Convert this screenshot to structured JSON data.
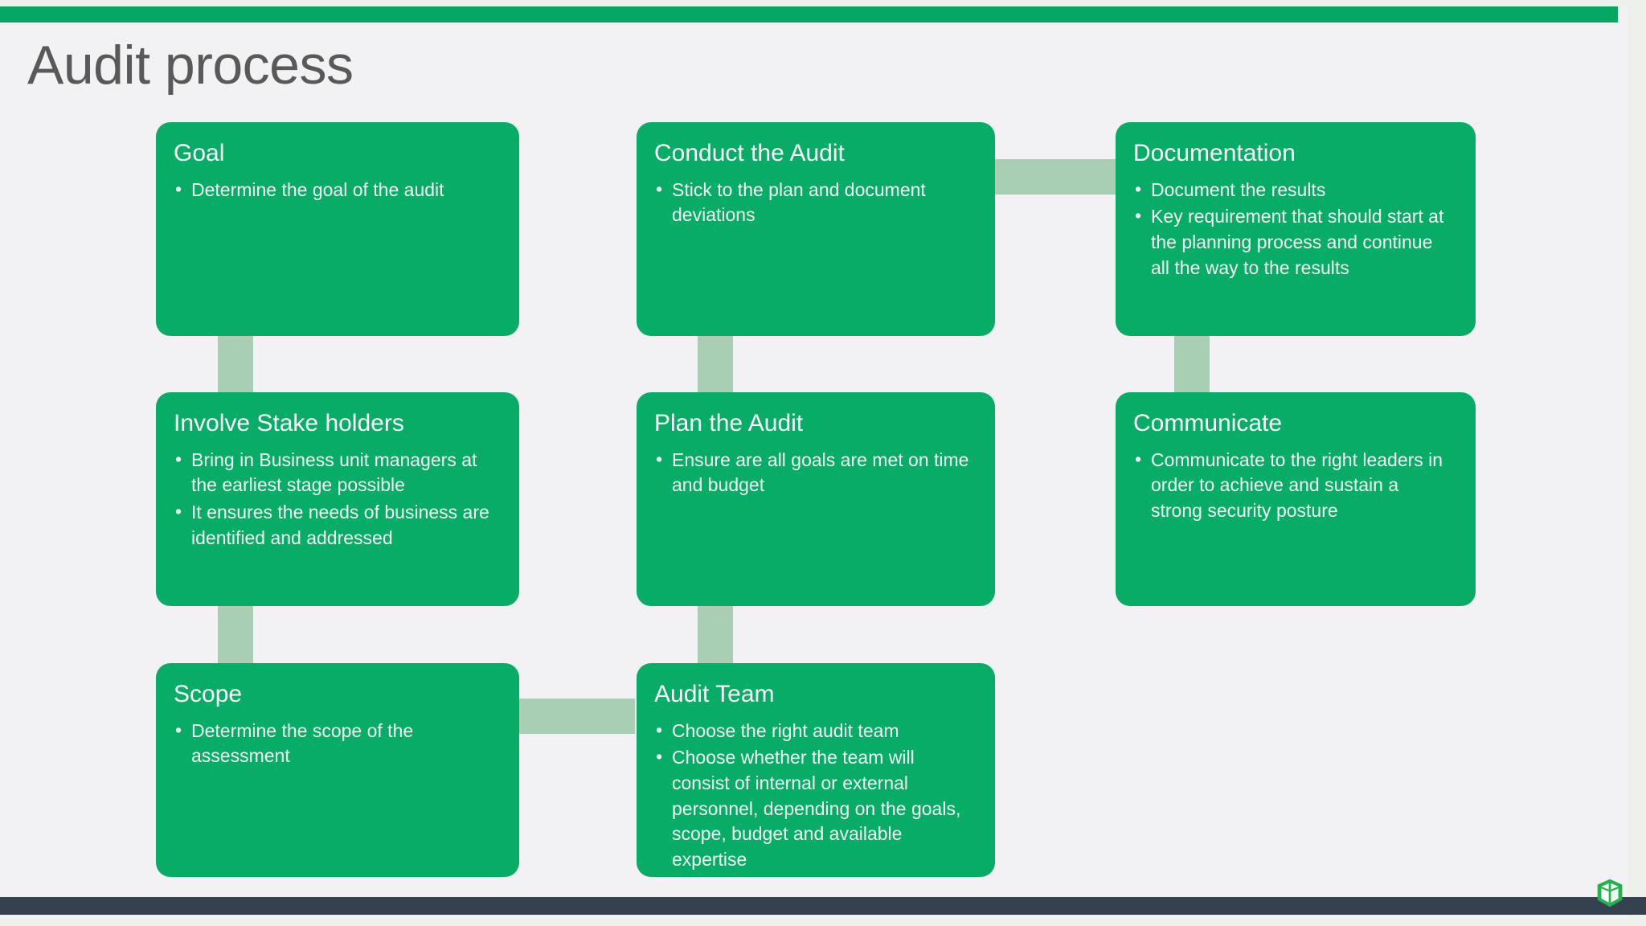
{
  "slide": {
    "title": "Audit process",
    "background_color": "#f2f1f4",
    "accent_color": "#07ac66",
    "connector_color": "#a8cfb4",
    "footer_bar_color": "#36414f",
    "title_color": "#595959"
  },
  "logo": {
    "name": "open-book-logo",
    "color": "#22b14c"
  },
  "cards": [
    {
      "id": "goal",
      "title": "Goal",
      "bullets": [
        "Determine the goal of the audit"
      ]
    },
    {
      "id": "conduct-the-audit",
      "title": "Conduct the Audit",
      "bullets": [
        "Stick to the plan and document deviations"
      ]
    },
    {
      "id": "documentation",
      "title": "Documentation",
      "bullets": [
        "Document the results",
        "Key requirement that should start at the planning process and continue all the way to the results"
      ]
    },
    {
      "id": "involve-stake-holders",
      "title": "Involve Stake holders",
      "bullets": [
        "Bring in Business unit managers at the earliest stage possible",
        "It ensures the needs of business are identified and addressed"
      ]
    },
    {
      "id": "plan-the-audit",
      "title": "Plan the Audit",
      "bullets": [
        "Ensure are all goals are met on time and budget"
      ]
    },
    {
      "id": "communicate",
      "title": "Communicate",
      "bullets": [
        "Communicate to the right leaders in order to achieve and sustain a strong security posture"
      ]
    },
    {
      "id": "scope",
      "title": "Scope",
      "bullets": [
        "Determine the scope of the assessment"
      ]
    },
    {
      "id": "audit-team",
      "title": "Audit Team",
      "bullets": [
        "Choose the right audit team",
        "Choose whether the team will consist of internal or external personnel, depending on the goals, scope, budget and available expertise"
      ]
    }
  ]
}
